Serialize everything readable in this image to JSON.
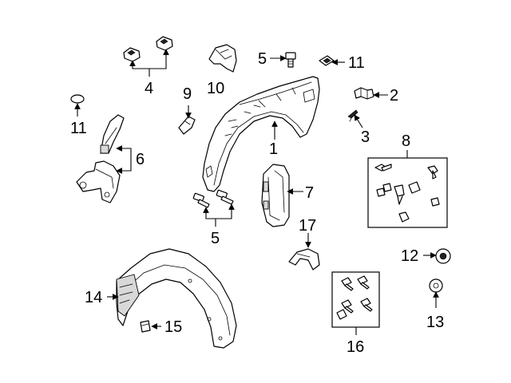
{
  "callouts": [
    {
      "id": "c1",
      "label": "1"
    },
    {
      "id": "c2",
      "label": "2"
    },
    {
      "id": "c3",
      "label": "3"
    },
    {
      "id": "c4",
      "label": "4"
    },
    {
      "id": "c5a",
      "label": "5"
    },
    {
      "id": "c5b",
      "label": "5"
    },
    {
      "id": "c6",
      "label": "6"
    },
    {
      "id": "c7",
      "label": "7"
    },
    {
      "id": "c8",
      "label": "8"
    },
    {
      "id": "c9",
      "label": "9"
    },
    {
      "id": "c10",
      "label": "10"
    },
    {
      "id": "c11a",
      "label": "11"
    },
    {
      "id": "c11b",
      "label": "11"
    },
    {
      "id": "c12",
      "label": "12"
    },
    {
      "id": "c13",
      "label": "13"
    },
    {
      "id": "c14",
      "label": "14"
    },
    {
      "id": "c15",
      "label": "15"
    },
    {
      "id": "c16",
      "label": "16"
    },
    {
      "id": "c17",
      "label": "17"
    }
  ]
}
